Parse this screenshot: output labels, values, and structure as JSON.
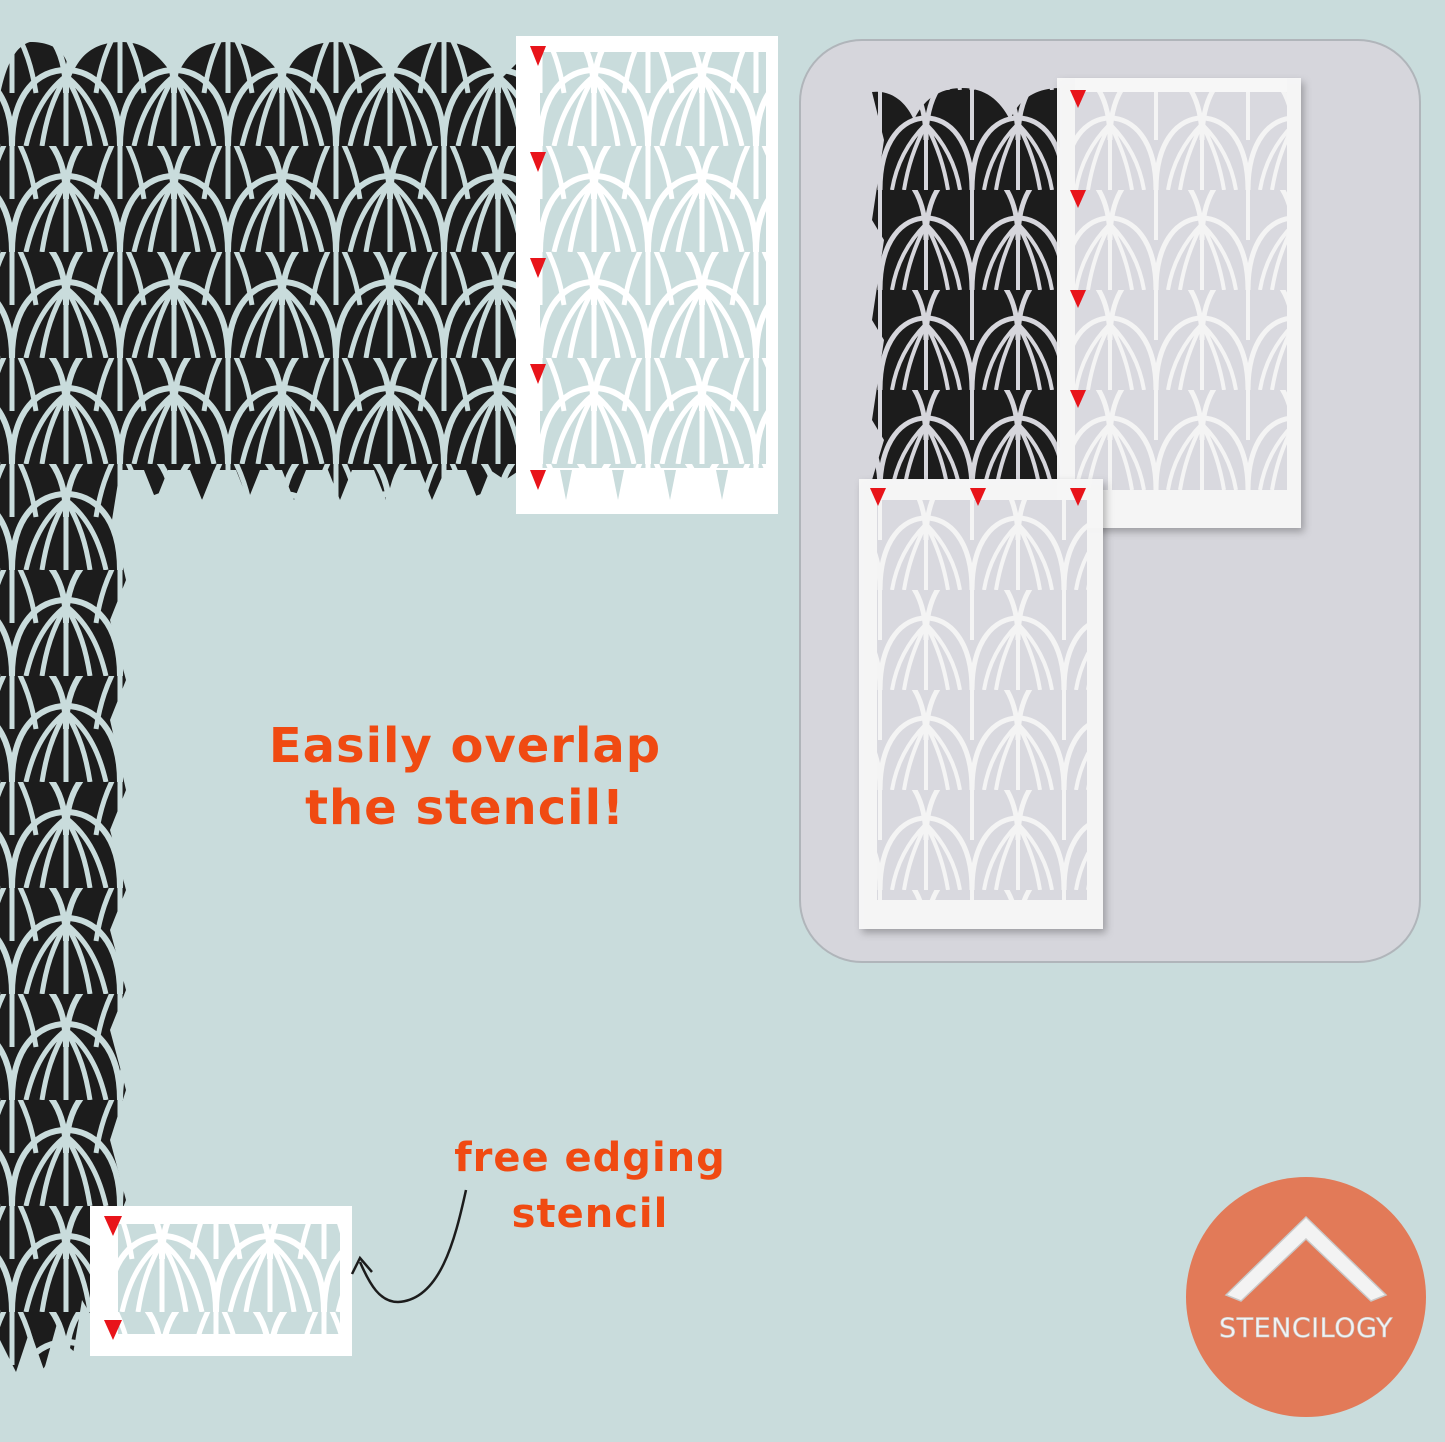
{
  "headline": {
    "line1": "Easily overlap",
    "line2": "the stencil!"
  },
  "edging_label": {
    "line1": "free edging",
    "line2": "stencil"
  },
  "logo": {
    "text": "STENCILOGY",
    "icon": "house-roof-icon"
  },
  "colors": {
    "background": "#c9dcdc",
    "pattern": "#1c1c1c",
    "stencil_sheet": "#ffffff",
    "inset_panel": "#d6d6dc",
    "registration_mark": "#e8141a",
    "text_accent": "#f04a12",
    "logo_circle": "#e27a58"
  },
  "icons": {
    "registration_mark": "red-triangle-icon",
    "arrow": "curved-arrow-icon"
  }
}
